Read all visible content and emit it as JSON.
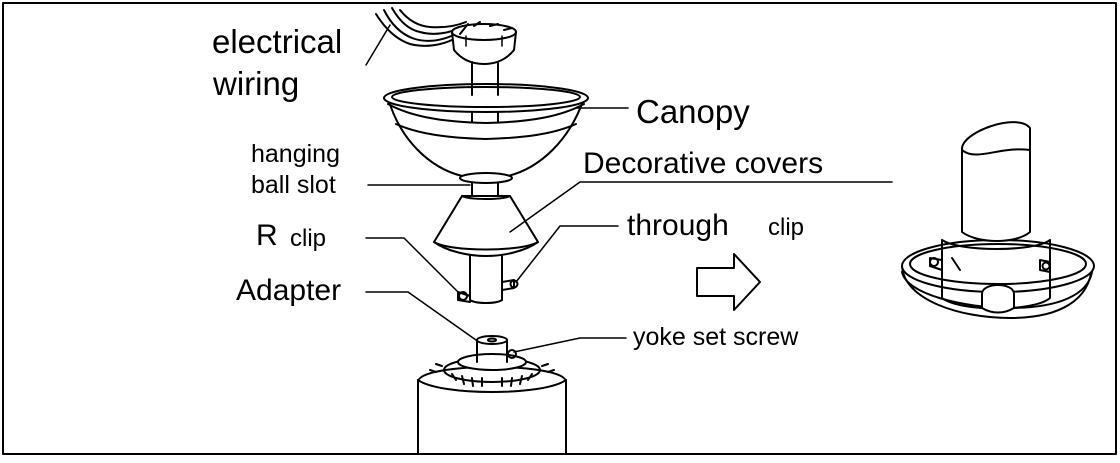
{
  "labels": {
    "electrical_wiring_line1": "electrical",
    "electrical_wiring_line2": "wiring",
    "canopy": "Canopy",
    "hanging_ball_slot_line1": "hanging",
    "hanging_ball_slot_line2": "ball slot",
    "decorative_covers": "Decorative covers",
    "r_clip_letter": "R",
    "r_clip_word": "clip",
    "through_clip_word1": "through",
    "through_clip_word2": "clip",
    "adapter": "Adapter",
    "yoke_set_screw": "yoke set screw"
  }
}
